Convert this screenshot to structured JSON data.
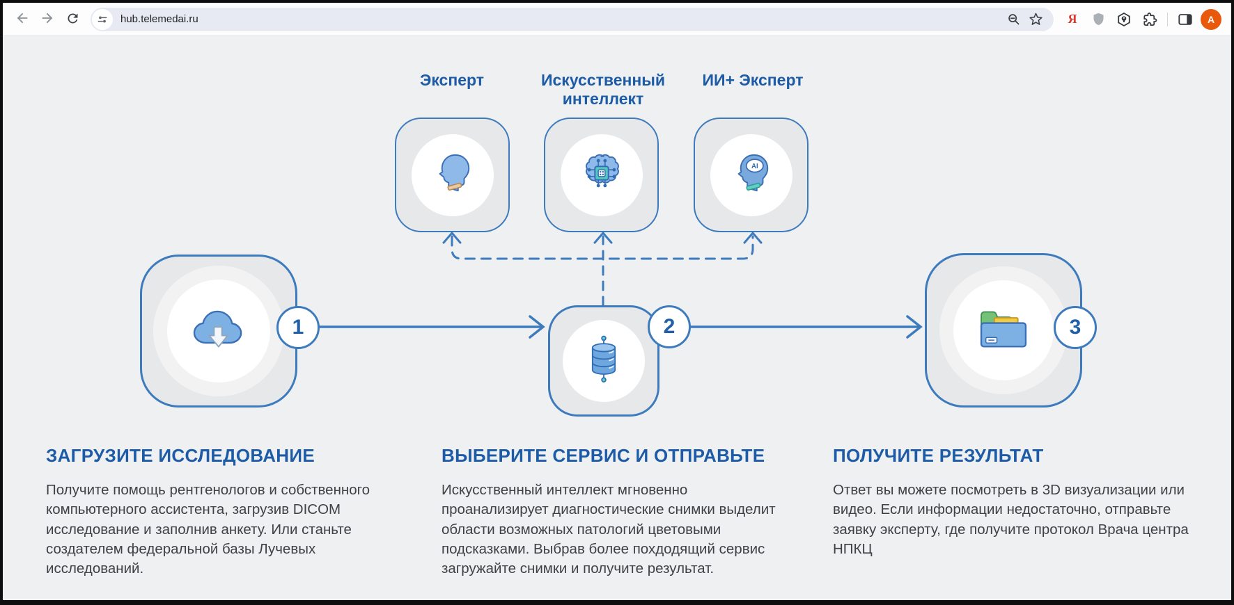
{
  "browser": {
    "url": "hub.telemedai.ru",
    "yandex_letter": "Я",
    "avatar_letter": "A"
  },
  "diagram": {
    "services": [
      {
        "label": "Эксперт",
        "icon": "head-profile-icon"
      },
      {
        "label": "Искусственный интеллект",
        "icon": "brain-chip-icon"
      },
      {
        "label": "ИИ+ Эксперт",
        "icon": "head-ai-icon",
        "icon_text": "AI"
      }
    ],
    "steps": [
      {
        "number": "1",
        "icon": "cloud-download-icon",
        "title": "ЗАГРУЗИТЕ ИССЛЕДОВАНИЕ",
        "description": "Получите помощь рентгенологов и собственного компьютерного ассистента, загрузив DICOM исследование и заполнив анкету. Или станьте создателем федеральной базы Лучевых исследований."
      },
      {
        "number": "2",
        "icon": "database-icon",
        "title": "ВЫБЕРИТЕ СЕРВИС И ОТПРАВЬТЕ",
        "description": "Искусственный интеллект мгновенно проанализирует диагностические снимки выделит области возможных патологий цветовыми подсказками. Выбрав более похдодящий сервис загружайте снимки и получите результат."
      },
      {
        "number": "3",
        "icon": "folder-icon",
        "title": "ПОЛУЧИТЕ РЕЗУЛЬТАТ",
        "description": "Ответ вы можете посмотреть в 3D визуализации или видео. Если информации недостаточно, отправьте заявку эксперту, где получите протокол Врача центра НПКЦ"
      }
    ],
    "colors": {
      "accent_blue": "#3d7bbd",
      "heading_blue": "#1e5ba7",
      "body_text": "#3e4245",
      "page_bg": "#eef0f2",
      "box_fill": "#e7e8ea",
      "avatar_orange": "#e8590c",
      "yandex_red": "#e0352b"
    }
  }
}
